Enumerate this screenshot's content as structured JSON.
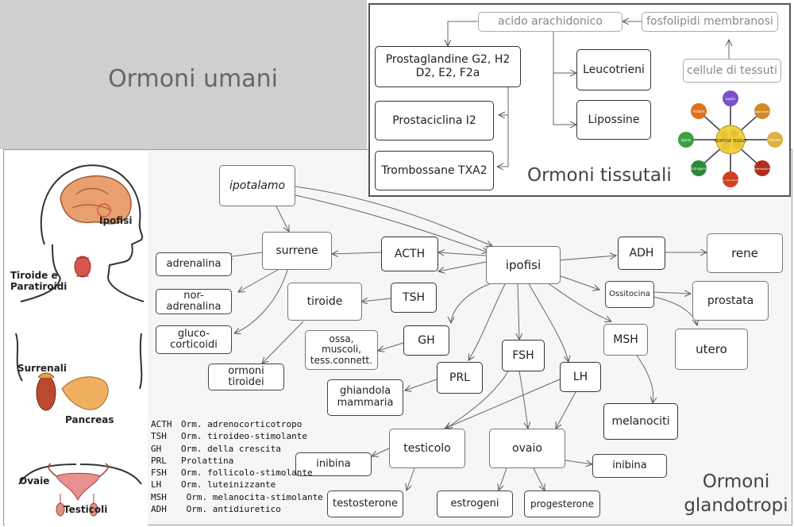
{
  "titles": {
    "main": "Ormoni umani",
    "tissue": "Ormoni tissutali",
    "glando_1": "Ormoni",
    "glando_2": "glandotropi"
  },
  "tissue_nodes": {
    "acido": "acido arachidonico",
    "fosfo": "fosfolipidi membranosi",
    "prostaglandine_1": "Prostaglandine G2, H2",
    "prostaglandine_2": "D2, E2, F2a",
    "leucotrieni": "Leucotrieni",
    "cellule": "cellule di tessuti",
    "prostaciclina": "Prostaciclina I2",
    "lipossine": "Lipossine",
    "trombossane": "Trombossane TXA2"
  },
  "adipose_image": {
    "center": "ADIPOSE TISSUE",
    "satellites": [
      "Leptin",
      "Adiponectin",
      "Resistin",
      "Interleukins",
      "Tumor necrosis factor",
      "Estrogens",
      "Apelin",
      "Visfatin"
    ]
  },
  "gland_nodes": {
    "ipotalamo": "ipotalamo",
    "surrene": "surrene",
    "acth": "ACTH",
    "ipofisi": "ipofisi",
    "adh": "ADH",
    "rene": "rene",
    "adrenalina": "adrenalina",
    "noradrenalina_1": "nor-",
    "noradrenalina_2": "adrenalina",
    "tiroide": "tiroide",
    "tsh": "TSH",
    "ossitocina": "Ossitocina",
    "prostata": "prostata",
    "gluco_1": "gluco-",
    "gluco_2": "corticoidi",
    "ossa_1": "ossa,",
    "ossa_2": "muscoli,",
    "ossa_3": "tess.connett.",
    "gh": "GH",
    "msh": "MSH",
    "utero": "utero",
    "ormoni_tiroidei_1": "ormoni",
    "ormoni_tiroidei_2": "tiroidei",
    "fsh": "FSH",
    "prl": "PRL",
    "lh": "LH",
    "ghiandola_1": "ghiandola",
    "ghiandola_2": "mammaria",
    "melanociti": "melanociti",
    "testicolo": "testicolo",
    "ovaio": "ovaio",
    "inibina_left": "inibina",
    "inibina_right": "inibina",
    "testosterone": "testosterone",
    "estrogeni": "estrogeni",
    "progesterone": "progesterone"
  },
  "anatomy_labels": {
    "ipofisi": "Ipofisi",
    "tiroide_1": "Tiroide e",
    "tiroide_2": "Paratiroidi",
    "surrenali": "Surrenali",
    "pancreas": "Pancreas",
    "ovaie": "Ovaie",
    "testicoli": "Testicoli"
  },
  "legend": [
    {
      "abbr": "ACTH",
      "text": "Orm. adrenocorticotropo"
    },
    {
      "abbr": "TSH",
      "text": "Orm. tiroideo-stimolante"
    },
    {
      "abbr": "GH",
      "text": "Orm. della crescita"
    },
    {
      "abbr": "PRL",
      "text": "Prolattina"
    },
    {
      "abbr": "FSH",
      "text": "Orm. follicolo-stimolante"
    },
    {
      "abbr": "LH",
      "text": "Orm. luteinizzante"
    },
    {
      "abbr": "MSH",
      "text": " Orm. melanocita-stimolante"
    },
    {
      "abbr": "ADH",
      "text": " Orm. antidiuretico"
    }
  ],
  "colors": {
    "panel_gray": "#cfcfcf",
    "panel_main": "#f6f6f6",
    "title_gray": "#666666",
    "skin": "#f2c9a8",
    "brain": "#e8a070",
    "thyroid": "#d9534f",
    "adrenal": "#d9822b",
    "pancreas": "#f0b060"
  }
}
